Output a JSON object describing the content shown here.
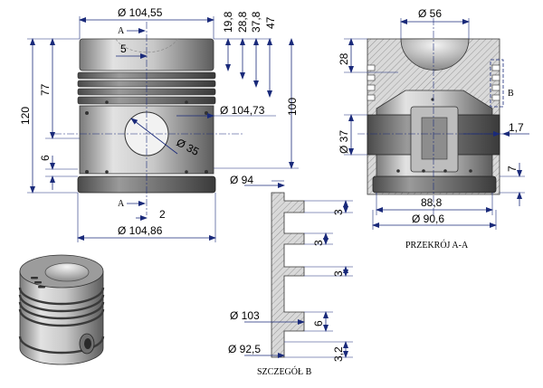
{
  "front_view": {
    "dia_top": "Ø 104,55",
    "dia_ring": "Ø 104,73",
    "dia_bottom": "Ø 104,86",
    "pin_dia": "Ø 35",
    "offset_top": "5",
    "offset_bottom": "2",
    "section_label_top": "A",
    "section_label_bottom": "A",
    "groove_depths": [
      "19,8",
      "28,8",
      "37,8",
      "47"
    ],
    "height_total": "120",
    "height_upper": "77",
    "height_pin": "100",
    "height_skirt": "6"
  },
  "section_view": {
    "dia_bowl": "Ø 56",
    "depth_bowl": "28",
    "pin_bore": "Ø 37",
    "side_gap": "1,7",
    "bottom_step": "7",
    "inner_dia": "88,8",
    "outer_dia": "Ø 90,6",
    "detail_label": "B",
    "caption": "PRZEKRÓJ A-A"
  },
  "detail_view": {
    "dia_top": "Ø 94",
    "dia_mid": "Ø 103",
    "dia_bottom": "Ø 92,5",
    "groove_widths": [
      "3",
      "3",
      "3",
      "6",
      "3,2"
    ],
    "caption": "SZCZEGÓŁ B"
  }
}
